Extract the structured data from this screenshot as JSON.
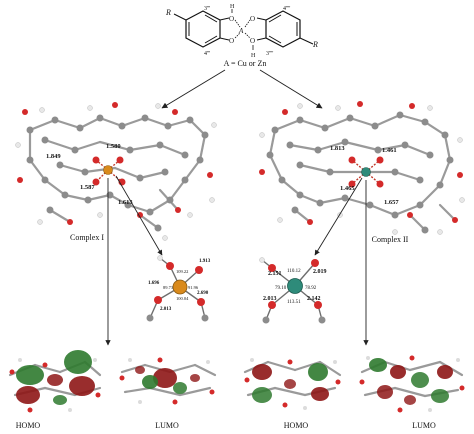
{
  "scheme": {
    "metal_center": "A",
    "oxygen": "O",
    "hydrogen": "H",
    "positions": [
      "3'''",
      "4'''",
      "4''''",
      "3''''"
    ],
    "substituent": "R",
    "caption": "A = Cu or Zn"
  },
  "complex1": {
    "label": "Complex I",
    "distances": [
      "1.580",
      "1.849",
      "1.587",
      "1.613"
    ],
    "coordination": {
      "angles": [
        "109.22",
        "89.73",
        "91.96",
        "100.04"
      ],
      "lengths": [
        "1.913",
        "1.696",
        "2.690",
        "2.013"
      ]
    }
  },
  "complex2": {
    "label": "Complex II",
    "distances": [
      "1.813",
      "1.461",
      "1.465",
      "1.657"
    ],
    "coordination": {
      "angles": [
        "110.12",
        "79.10",
        "78.92",
        "113.51"
      ],
      "lengths": [
        "2.151",
        "2.019",
        "2.013",
        "2.142"
      ]
    }
  },
  "orbitals": [
    "HOMO",
    "LUMO",
    "HOMO",
    "LUMO"
  ],
  "colors": {
    "carbon": "#8c8c8c",
    "oxygen": "#d42a2a",
    "hydrogen": "#e8e8e8",
    "copper": "#d98a1c",
    "zinc": "#2e8b7a",
    "homo_green": "#2f7a2f",
    "lumo_red": "#8e1616",
    "angle_green": "#2e8b2e"
  }
}
